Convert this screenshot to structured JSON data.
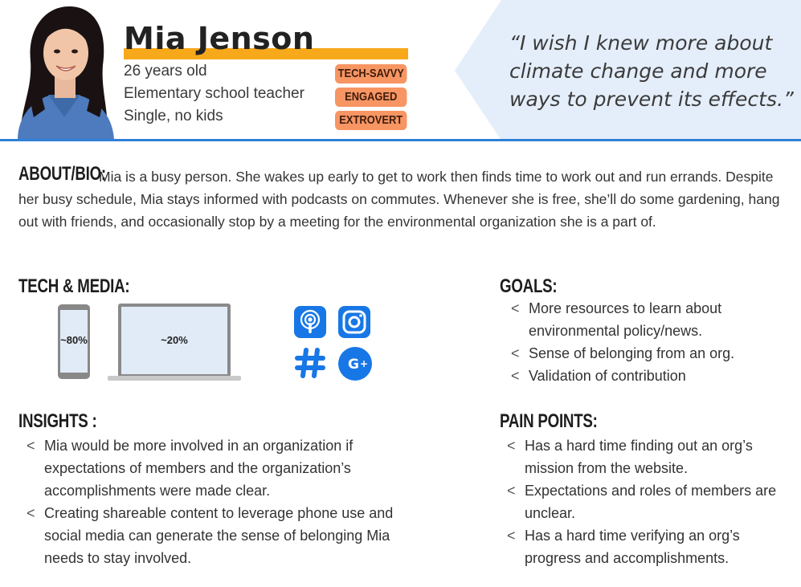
{
  "profile": {
    "name": "Mia Jenson",
    "facts": [
      "26 years old",
      "Elementary school teacher",
      "Single, no kids"
    ],
    "tags": [
      "TECH-SAVVY",
      "ENGAGED",
      "EXTROVERT"
    ]
  },
  "quote": "“I wish I knew more about climate change and more ways to prevent its effects.”",
  "about": {
    "heading": "ABOUT/BIO:",
    "text": "Mia is a busy person. She wakes up early to get to work then finds time to work out and run errands. Despite her busy schedule, Mia stays informed with podcasts on commutes.  Whenever she is free, she’ll do some gardening, hang out with friends, and occasionally stop by a meeting for the environmental organization she is a part of."
  },
  "tech_media": {
    "heading": "TECH & MEDIA:",
    "phone_usage": "~80%",
    "laptop_usage": "~20%",
    "apps": [
      "podcasts-icon",
      "instagram-icon",
      "slack-icon",
      "google-plus-icon"
    ]
  },
  "goals": {
    "heading": "GOALS:",
    "items": [
      "More resources to learn about environmental policy/news.",
      "Sense of belonging from an org.",
      "Validation of contribution"
    ]
  },
  "insights": {
    "heading": "INSIGHTS :",
    "items": [
      "Mia would be more involved in an organization if expectations of members and the organization’s accomplishments were made clear.",
      "Creating shareable content to leverage phone use and social media can generate the sense of belonging Mia needs to stay involved."
    ]
  },
  "pain_points": {
    "heading": "PAIN POINTS:",
    "items": [
      "Has a hard time finding out an org’s mission from the website.",
      "Expectations and roles of members are unclear.",
      "Has a hard time verifying an org’s progress and accomplishments."
    ]
  },
  "bullet_mark": "<",
  "colors": {
    "accent_blue": "#2f80d8",
    "quote_bg": "#e4eefa",
    "name_underline": "#f7a81b",
    "tag_bg": "#f79563",
    "app_icon_blue": "#1877e6"
  }
}
